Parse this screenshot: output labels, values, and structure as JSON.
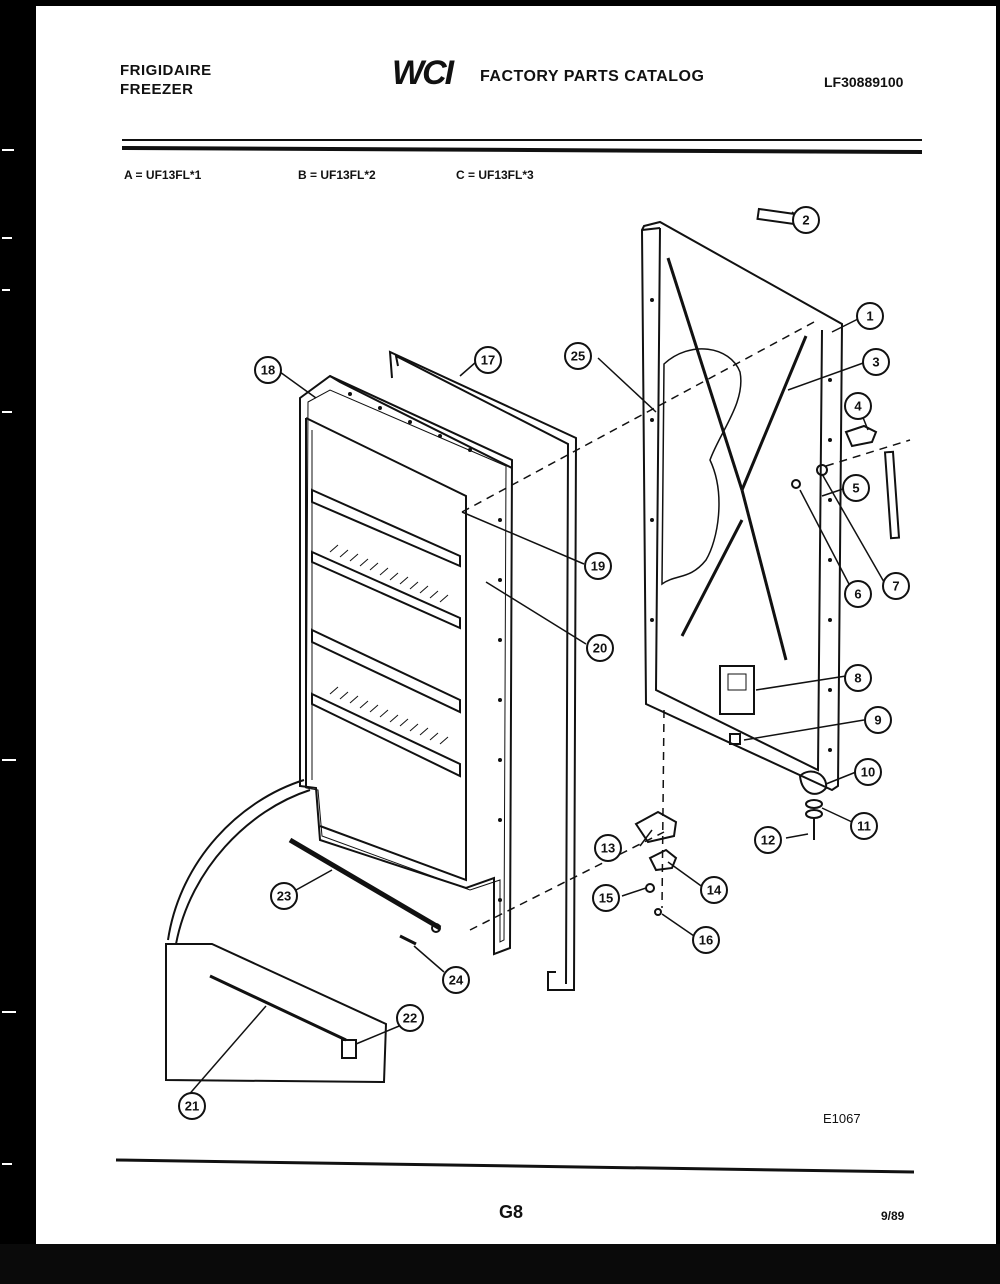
{
  "header": {
    "brand_line1": "FRIGIDAIRE",
    "brand_line2": "FREEZER",
    "logo_text": "WCI",
    "catalog_title": "FACTORY PARTS CATALOG",
    "catalog_number": "LF30889100"
  },
  "models": [
    {
      "label": "A = UF13FL*1"
    },
    {
      "label": "B = UF13FL*2"
    },
    {
      "label": "C = UF13FL*3"
    }
  ],
  "diagram": {
    "drawing_id": "E1067",
    "callouts": [
      "1",
      "2",
      "3",
      "4",
      "5",
      "6",
      "7",
      "8",
      "9",
      "10",
      "11",
      "12",
      "13",
      "14",
      "15",
      "16",
      "17",
      "18",
      "19",
      "20",
      "21",
      "22",
      "23",
      "24",
      "25"
    ]
  },
  "footer": {
    "page_number": "G8",
    "date": "9/89"
  }
}
